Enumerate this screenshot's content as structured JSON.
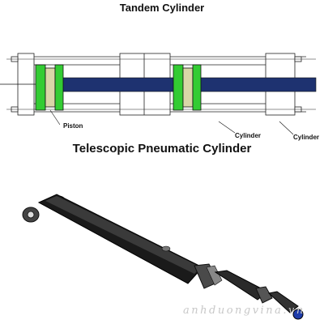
{
  "titles": {
    "tandem": "Tandem Cylinder",
    "telescopic": "Telescopic Pneumatic Cylinder"
  },
  "labels": {
    "piston": "Piston",
    "cylinder_1": "Cylinder",
    "cylinder_2": "Cylinder"
  },
  "watermark": "anhduongvina.vn",
  "colors": {
    "piston_seal": "#33cc33",
    "piston_core": "#d9d6a8",
    "rod": "#1e3270",
    "frame_line": "#222222",
    "cylinder_body": "#1a1a1a"
  }
}
